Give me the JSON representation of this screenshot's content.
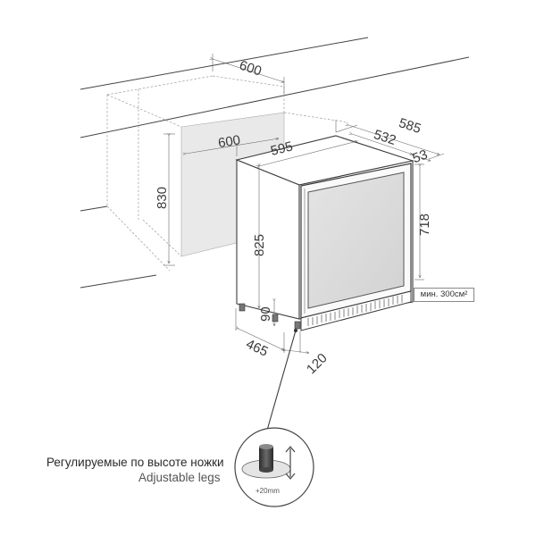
{
  "dimensions": {
    "niche_depth_top": "600",
    "niche_width": "600",
    "niche_height": "830",
    "unit_width": "595",
    "unit_depth_total": "585",
    "unit_depth_body": "532",
    "door_offset": "53",
    "unit_height": "825",
    "door_height": "718",
    "plinth_height": "90",
    "door_open_depth": "465",
    "plinth_depth": "120"
  },
  "vent_label": "мин. 300см²",
  "legs": {
    "caption_ru": "Регулируемые по высоте ножки",
    "caption_en": "Adjustable legs",
    "adjust_range": "+20mm"
  }
}
